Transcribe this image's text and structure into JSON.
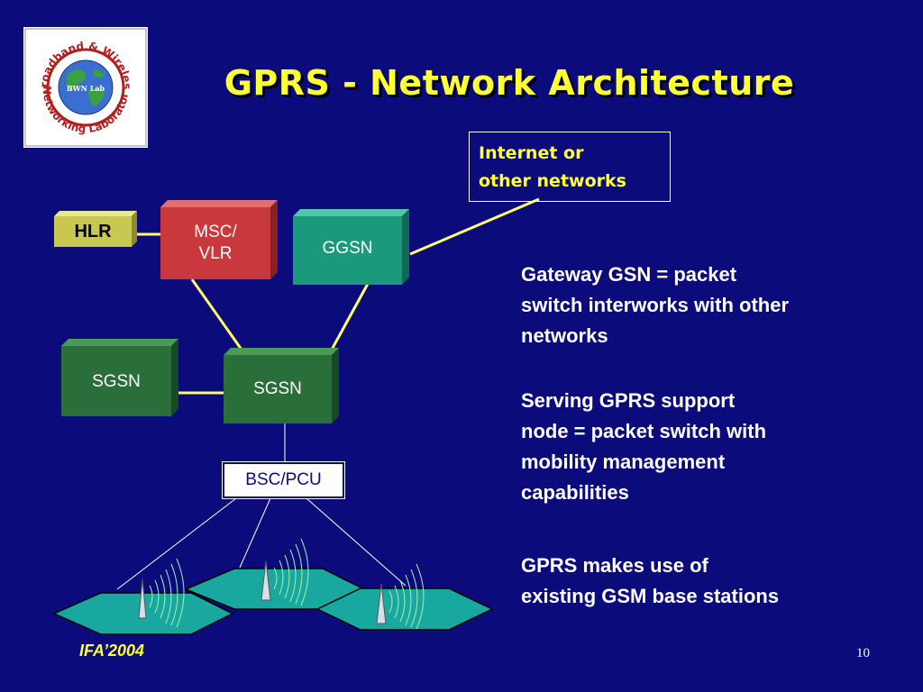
{
  "title": "GPRS - Network Architecture",
  "logo": {
    "text_top": "Broadband & Wireless",
    "text_bottom": "Networking Laboratory",
    "center_text": "BWN Lab"
  },
  "nodes": {
    "hlr": "HLR",
    "msc_vlr_line1": "MSC/",
    "msc_vlr_line2": "VLR",
    "ggsn": "GGSN",
    "sgsn_left": "SGSN",
    "sgsn_center": "SGSN",
    "bsc_pcu": "BSC/PCU",
    "internet_line1": "Internet or",
    "internet_line2": "other networks"
  },
  "descriptions": {
    "ggsn": "Gateway GSN = packet\nswitch interworks with other\nnetworks",
    "sgsn": "Serving GPRS support\nnode = packet switch with\nmobility management\ncapabilities",
    "bts": "GPRS makes use of\nexisting GSM base stations"
  },
  "footer": {
    "left": "IFA’2004",
    "page": "10"
  },
  "colors": {
    "background": "#0b0b7c",
    "title": "#ffff33",
    "hlr": "#c8c850",
    "msc": "#c8383c",
    "ggsn": "#1a9a7a",
    "sgsn": "#2a6e3a",
    "cell": "#19a8a0",
    "link": "#ffff66"
  }
}
